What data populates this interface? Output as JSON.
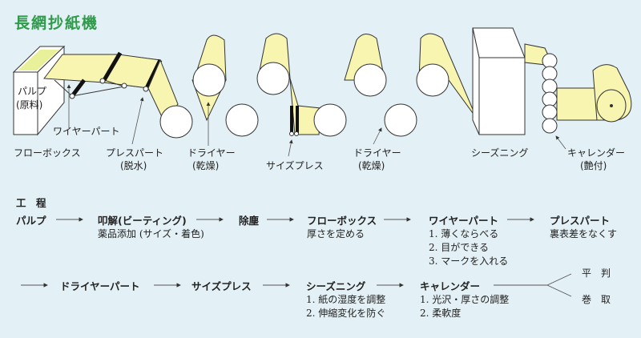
{
  "title": "長網抄紙機",
  "machine_labels": {
    "pulp": "パルプ",
    "pulp_raw": "(原料)",
    "wire_part": "ワイヤーパート",
    "flow_box": "フローボックス",
    "press_part": "プレスパート",
    "press_part_sub": "(脱水)",
    "dryer1": "ドライヤー",
    "dryer1_sub": "(乾燥)",
    "size_press": "サイズプレス",
    "dryer2": "ドライヤー",
    "dryer2_sub": "(乾燥)",
    "seasoning": "シーズニング",
    "calender": "キャレンダー",
    "calender_sub": "(艶付)"
  },
  "process": {
    "heading": "工　程",
    "steps": [
      {
        "name": "パルプ",
        "notes": []
      },
      {
        "name": "叩解(ビーティング)",
        "notes": [
          "薬品添加 (サイズ・着色)"
        ]
      },
      {
        "name": "除塵",
        "notes": []
      },
      {
        "name": "フローボックス",
        "notes": [
          "厚さを定める"
        ]
      },
      {
        "name": "ワイヤーパート",
        "notes": [
          "1. 薄くならべる",
          "2. 目ができる",
          "3. マークを入れる"
        ]
      },
      {
        "name": "プレスパート",
        "notes": [
          "裏表差をなくす"
        ]
      },
      {
        "name": "ドライヤーパート",
        "notes": []
      },
      {
        "name": "サイズプレス",
        "notes": []
      },
      {
        "name": "シーズニング",
        "notes": [
          "1. 紙の湿度を調整",
          "2. 伸縮変化を防ぐ"
        ]
      },
      {
        "name": "キャレンダー",
        "notes": [
          "1. 光沢・厚さの調整",
          "2. 柔軟度"
        ]
      }
    ],
    "outputs": [
      "平　判",
      "巻　取"
    ]
  },
  "colors": {
    "title": "#2e9a4a",
    "paper": "#f8f5b0",
    "background": "#e3f0f5"
  }
}
